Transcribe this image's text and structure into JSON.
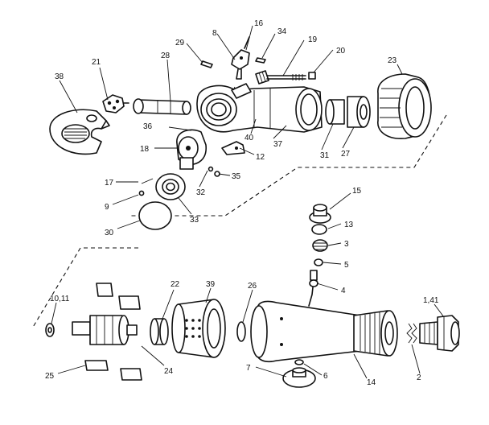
{
  "diagram": {
    "labels": [
      {
        "key": "l16",
        "text": "16"
      },
      {
        "key": "l8",
        "text": "8"
      },
      {
        "key": "l34",
        "text": "34"
      },
      {
        "key": "l29",
        "text": "29"
      },
      {
        "key": "l19",
        "text": "19"
      },
      {
        "key": "l20",
        "text": "20"
      },
      {
        "key": "l28",
        "text": "28"
      },
      {
        "key": "l23",
        "text": "23"
      },
      {
        "key": "l21",
        "text": "21"
      },
      {
        "key": "l38",
        "text": "38"
      },
      {
        "key": "l36",
        "text": "36"
      },
      {
        "key": "l40",
        "text": "40"
      },
      {
        "key": "l37",
        "text": "37"
      },
      {
        "key": "l31",
        "text": "31"
      },
      {
        "key": "l27",
        "text": "27"
      },
      {
        "key": "l18",
        "text": "18"
      },
      {
        "key": "l12",
        "text": "12"
      },
      {
        "key": "l35",
        "text": "35"
      },
      {
        "key": "l17",
        "text": "17"
      },
      {
        "key": "l32",
        "text": "32"
      },
      {
        "key": "l9",
        "text": "9"
      },
      {
        "key": "l33",
        "text": "33"
      },
      {
        "key": "l30",
        "text": "30"
      },
      {
        "key": "l15",
        "text": "15"
      },
      {
        "key": "l13",
        "text": "13"
      },
      {
        "key": "l3",
        "text": "3"
      },
      {
        "key": "l5",
        "text": "5"
      },
      {
        "key": "l4",
        "text": "4"
      },
      {
        "key": "l22",
        "text": "22"
      },
      {
        "key": "l39",
        "text": "39"
      },
      {
        "key": "l26",
        "text": "26"
      },
      {
        "key": "l1041",
        "text": "1,41"
      },
      {
        "key": "l1011",
        "text": "10,11"
      },
      {
        "key": "l24",
        "text": "24"
      },
      {
        "key": "l25",
        "text": "25"
      },
      {
        "key": "l7",
        "text": "7"
      },
      {
        "key": "l6",
        "text": "6"
      },
      {
        "key": "l14",
        "text": "14"
      },
      {
        "key": "l2",
        "text": "2"
      }
    ]
  }
}
